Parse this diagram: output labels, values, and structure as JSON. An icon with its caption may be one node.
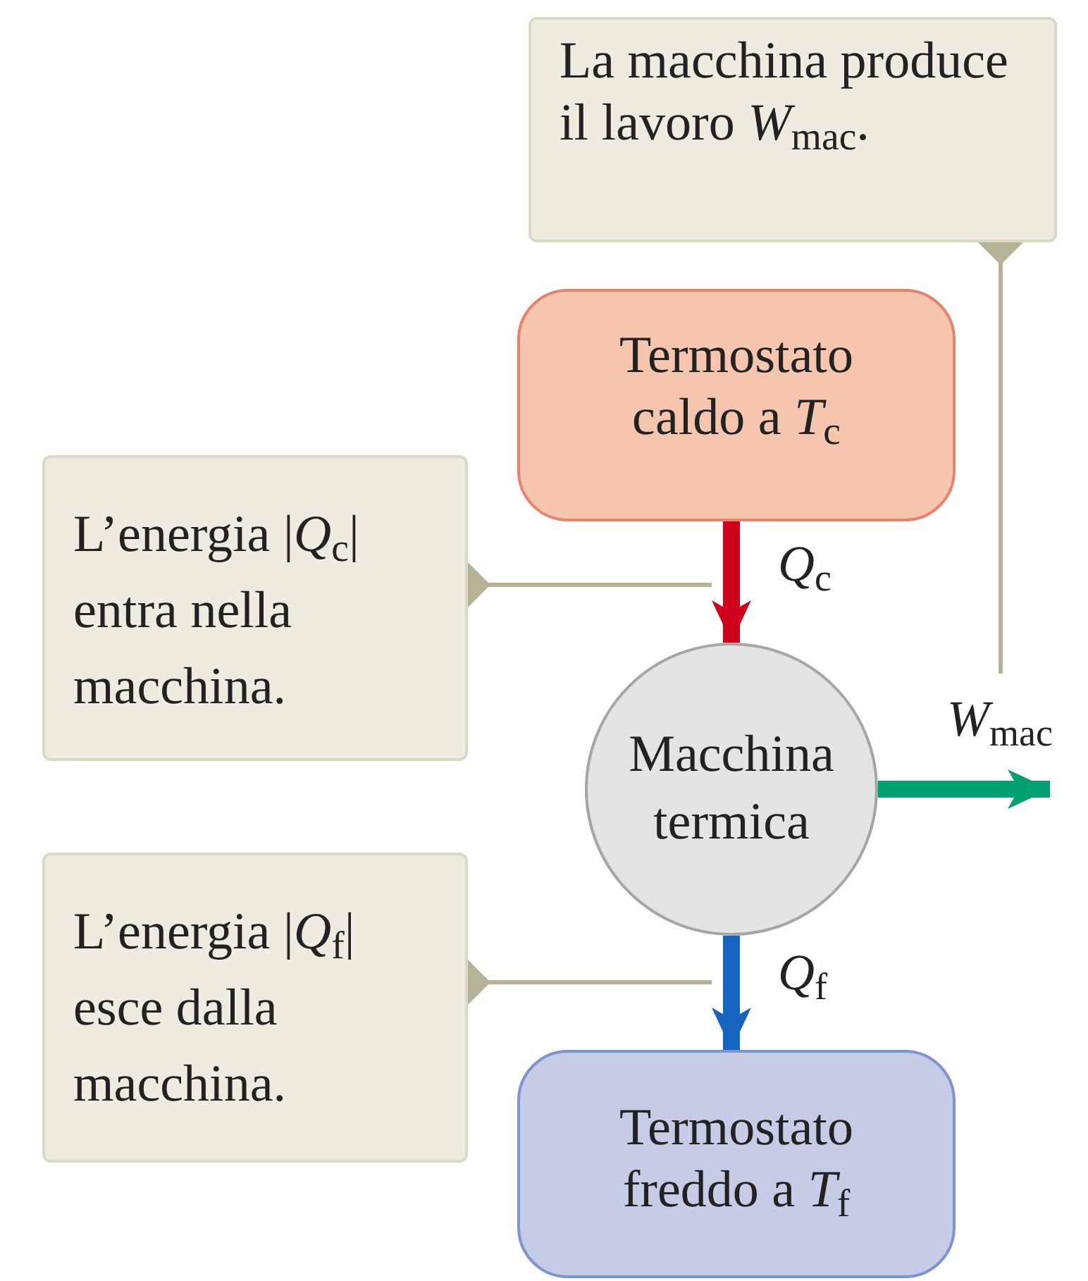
{
  "diagram": {
    "nodes": [
      {
        "text": [
          "La macchina produce il lavoro *W*$_{mac}$."
        ]
      },
      {
        "text": [
          "Termostato caldo a *T*$_{c}$"
        ]
      },
      {
        "text": [
          "L’energia |*Q*$_{c}$| entra nella macchina."
        ]
      },
      {
        "text": [
          "Macchina termica"
        ]
      },
      {
        "text": [
          "L’energia |*Q*$_{f}$| esce dalla macchina."
        ]
      },
      {
        "text": [
          "Termostato freddo a *T*$_{f}$"
        ]
      }
    ],
    "edges": [
      {
        "from": 1,
        "to": 3,
        "arrow": "to",
        "label": "*Q*$_{c}$",
        "style": "thick",
        "color": "#d0021b"
      },
      {
        "from": 3,
        "to": 5,
        "arrow": "to",
        "label": "*Q*$_{f}$",
        "style": "thick",
        "color": "#1565c0"
      },
      {
        "from": 3,
        "to": null,
        "arrow": "to",
        "label": "*W*$_{mac}$",
        "style": "thick",
        "color": "#00a070"
      },
      {
        "from": 0,
        "to": null,
        "arrow": "other",
        "color": "#b5b296"
      },
      {
        "from": 2,
        "to": null,
        "arrow": "other",
        "color": "#b5b296"
      },
      {
        "from": 4,
        "to": null,
        "arrow": "other",
        "color": "#b5b296"
      }
    ]
  }
}
